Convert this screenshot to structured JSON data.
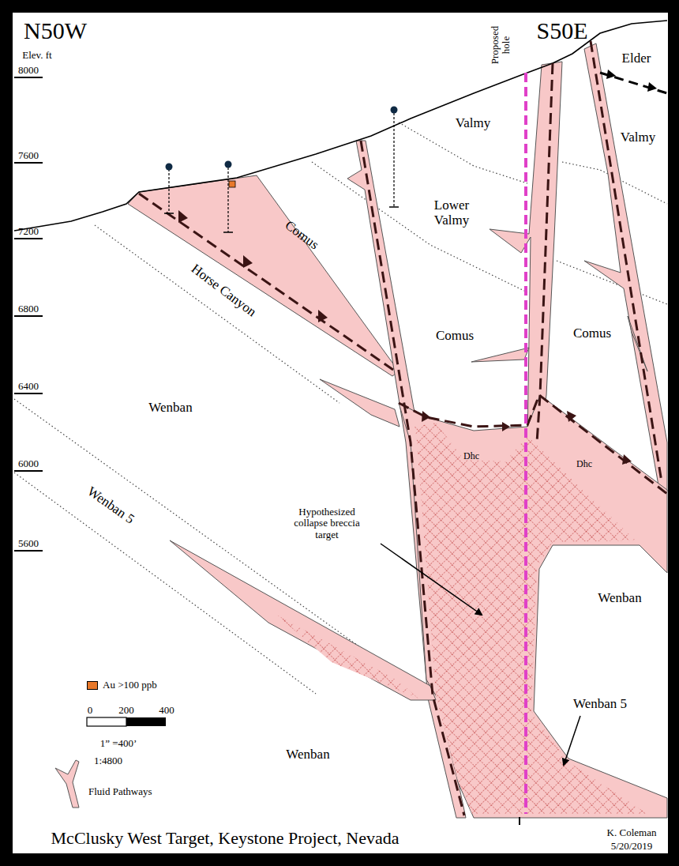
{
  "diagram": {
    "title": "McClusky West Target, Keystone Project, Nevada",
    "labels": [
      "N50W",
      "Elev. ft",
      "S50E",
      "8000",
      "7600",
      "7200",
      "6800",
      "6400",
      "6000",
      "5600",
      "Proposed hole",
      "Elder",
      "Valmy",
      "Valmy",
      "Lower Valmy",
      "Comus",
      "Horse Canyon",
      "Comus",
      "Comus",
      "Wenban",
      "Dhc",
      "Dhc",
      "Wenban 5",
      "Hypothesized collapse breccia target",
      "Wenban",
      "Wenban 5",
      "Wenban",
      "0",
      "200",
      "400",
      "1” =400’",
      "1:4800",
      "K. Coleman",
      "5/20/2019"
    ],
    "legend": [
      {
        "text": "Au >100 ppb",
        "color": "#e8782a"
      },
      {
        "text": "Fluid Pathways"
      }
    ]
  }
}
